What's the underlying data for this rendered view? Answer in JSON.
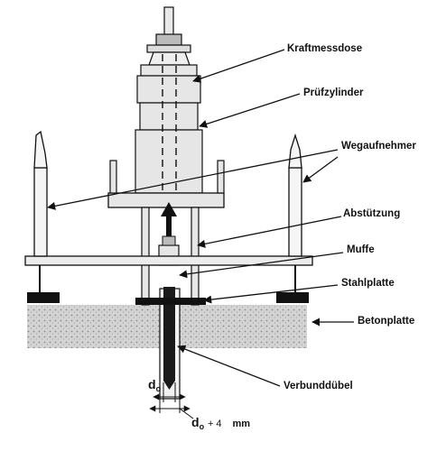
{
  "labels": {
    "kraftmessdose": "Kraftmessdose",
    "pruefzylinder": "Prüfzylinder",
    "wegaufnehmer": "Wegaufnehmer",
    "abstuetzung": "Abstützung",
    "muffe": "Muffe",
    "stahlplatte": "Stahlplatte",
    "betonplatte": "Betonplatte",
    "verbundduebel": "Verbunddübel"
  },
  "dimensions": {
    "d_symbol": "d",
    "d_subscript": "o",
    "hole_symbol": "d",
    "hole_subscript": "o",
    "hole_suffix": "+ 4",
    "hole_unit": "mm"
  },
  "colors": {
    "ink": "#111111",
    "concrete": "#c9c9c9",
    "steel_fill": "#e6e6e6"
  }
}
